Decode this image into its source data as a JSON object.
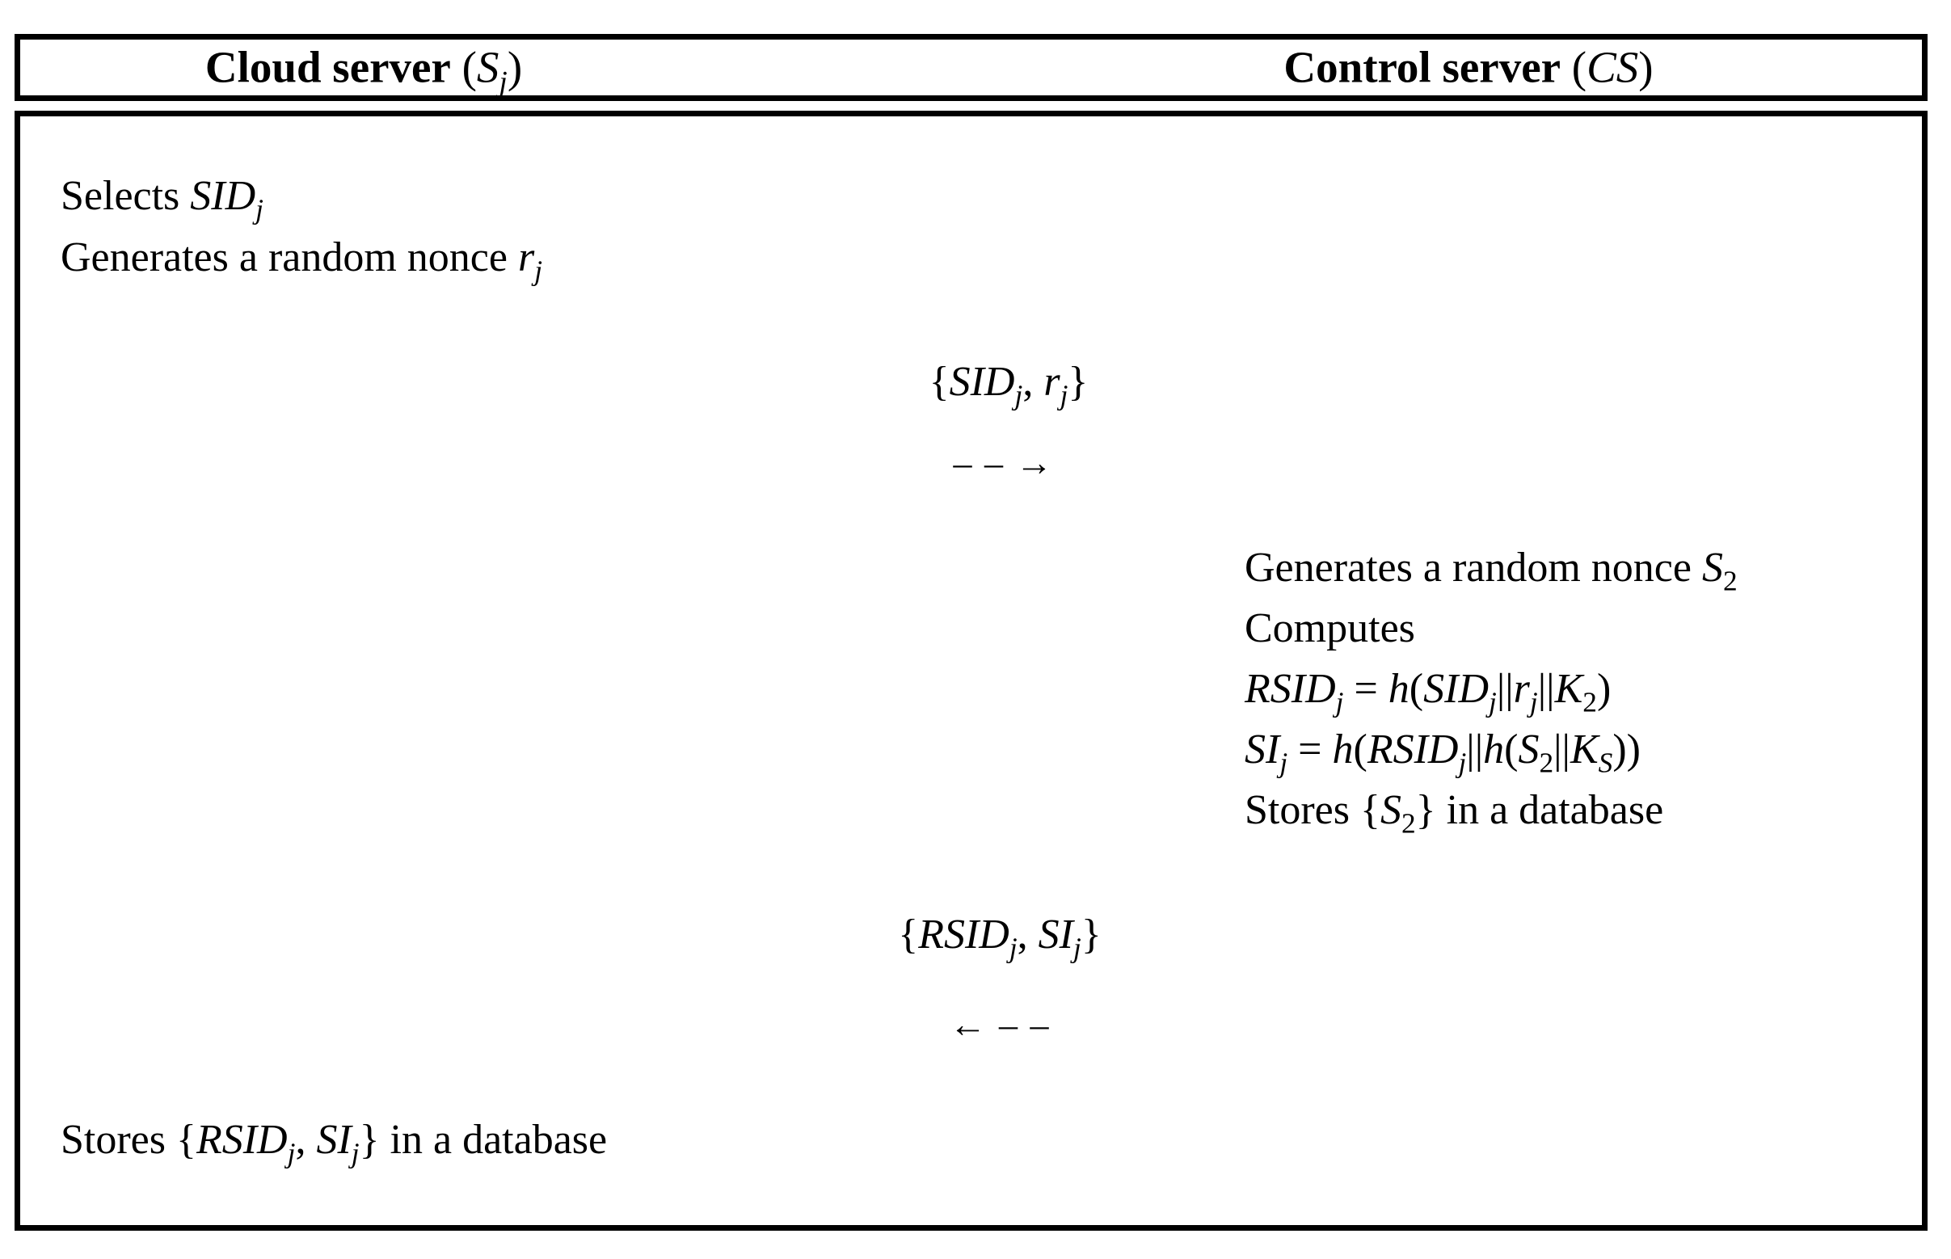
{
  "header": {
    "left": "**Cloud server** (*S*_{j})",
    "right": "**Control server** (*CS*)"
  },
  "body": {
    "cloud_steps_top": [
      "Selects *SID*_{j}",
      "Generates a random nonce *r*_{j}"
    ],
    "message_to_control_server": {
      "label": "{*SID*_{j}, *r*_{j}}",
      "direction": "right",
      "arrow": "– – →"
    },
    "control_server_steps": [
      "Generates a random nonce *S*_{2}",
      "Computes",
      "*RSID*_{j} = *h*(*SID*_{j}||*r*_{j}||*K*_{2})",
      "*SI*_{j} = *h*(*RSID*_{j}||*h*(*S*_{2}||*K*_{S}))",
      "Stores {*S*_{2}} in a database"
    ],
    "message_to_cloud_server": {
      "label": "{*RSID*_{j}, *SI*_{j}}",
      "direction": "left",
      "arrow": "← – –"
    },
    "cloud_steps_bottom": [
      "Stores {*RSID*_{j}, *SI*_{j}} in a database"
    ]
  },
  "colors": {
    "text": "#000000",
    "border": "#000000",
    "background": "#ffffff"
  }
}
